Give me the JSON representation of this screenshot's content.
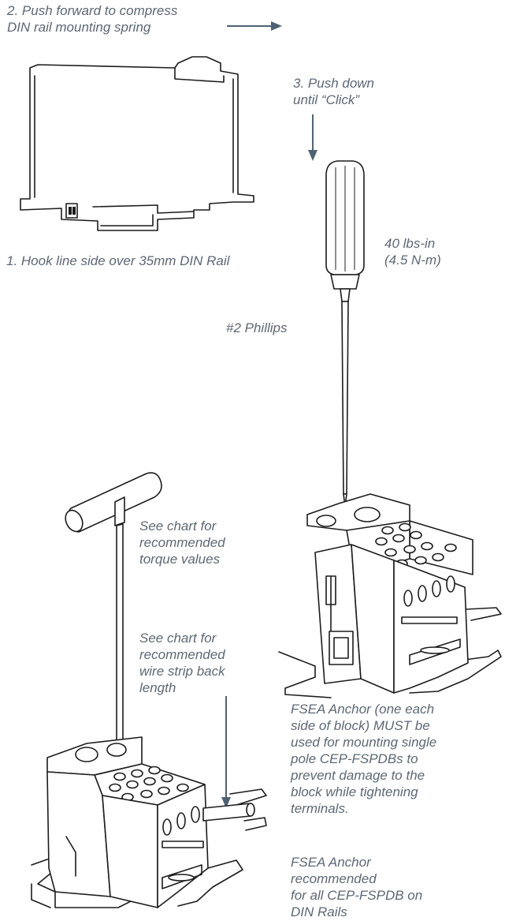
{
  "steps": {
    "step2": [
      "2. Push forward to compress",
      "DIN rail mounting spring"
    ],
    "step3": [
      "3. Push down",
      "until “Click”"
    ],
    "step1": [
      "1. Hook line side over 35mm DIN Rail"
    ]
  },
  "torque": [
    "40 lbs-in",
    "(4.5 N-m)"
  ],
  "screwdriver": [
    "#2 Phillips"
  ],
  "chart_torque": [
    "See chart for",
    "recommended",
    "torque values"
  ],
  "chart_strip": [
    "See chart for",
    "recommended",
    "wire strip back",
    "length"
  ],
  "anchor_note": [
    "FSEA Anchor (one each",
    "side of block) MUST be",
    "used for mounting single",
    "pole CEP-FSPDBs to",
    "prevent damage to the",
    "block while  tightening",
    "terminals."
  ],
  "anchor_rec": [
    "FSEA Anchor",
    "recommended",
    "for all CEP-FSPDB on",
    "DIN Rails"
  ]
}
